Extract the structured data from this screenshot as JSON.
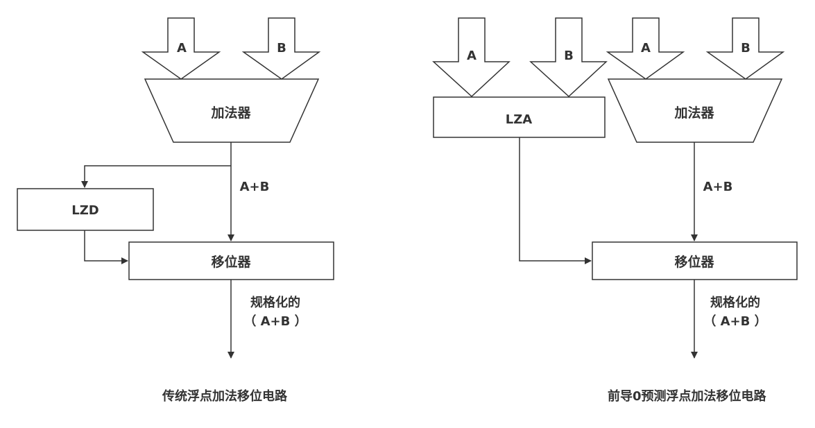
{
  "left": {
    "input_a": "A",
    "input_b": "B",
    "adder": "加法器",
    "lzd": "LZD",
    "sum_label": "A+B",
    "shifter": "移位器",
    "output_line1": "规格化的",
    "output_line2": "（ A+B ）",
    "caption": "传统浮点加法移位电路"
  },
  "right": {
    "lza_input_a": "A",
    "lza_input_b": "B",
    "adder_input_a": "A",
    "adder_input_b": "B",
    "lza": "LZA",
    "adder": "加法器",
    "sum_label": "A+B",
    "shifter": "移位器",
    "output_line1": "规格化的",
    "output_line2": "（ A+B ）",
    "caption": "前导0预测浮点加法移位电路"
  },
  "colors": {
    "stroke": "#333333",
    "fill": "#ffffff",
    "text": "#333333"
  }
}
